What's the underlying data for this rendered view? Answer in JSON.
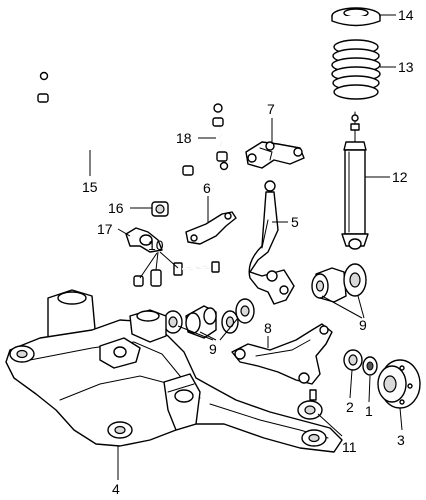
{
  "callouts": {
    "c1": "1",
    "c2": "2",
    "c3": "3",
    "c4": "4",
    "c5": "5",
    "c6": "6",
    "c7": "7",
    "c8": "8",
    "c9a": "9",
    "c9b": "9",
    "c10": "10",
    "c11": "11",
    "c12": "12",
    "c13": "13",
    "c14": "14",
    "c15": "15",
    "c16": "16",
    "c17": "17",
    "c18": "18"
  }
}
